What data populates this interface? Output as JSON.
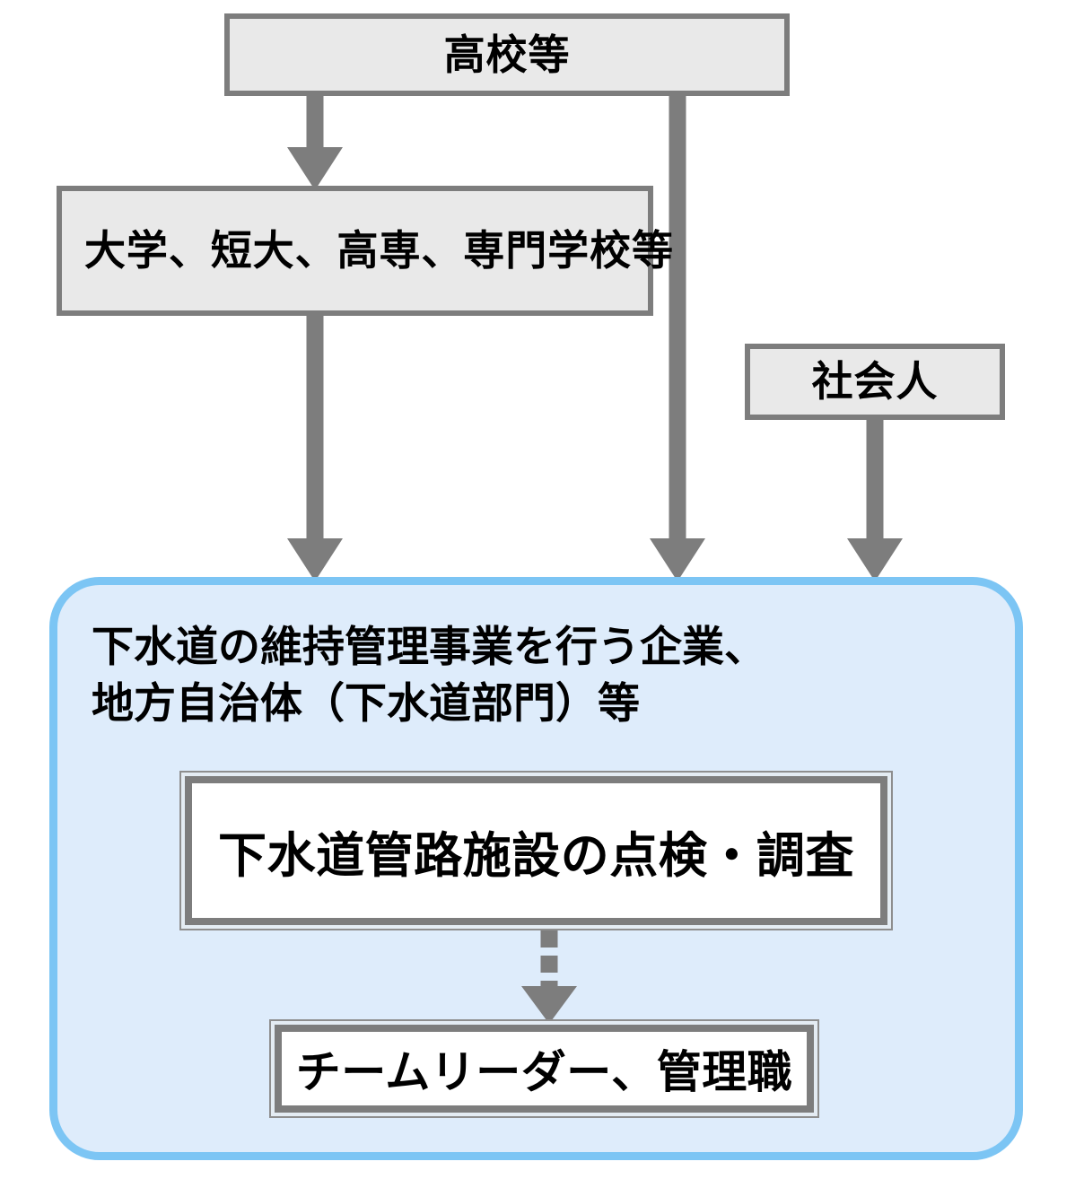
{
  "diagram": {
    "title": "",
    "colors": {
      "box_fill": "#e9e9e9",
      "box_border": "#7d7d7d",
      "panel_fill": "#deecfb",
      "panel_border": "#7cc5f4",
      "arrow": "#7d7d7d",
      "inner_box_fill": "#ffffff",
      "text": "#000000"
    },
    "nodes": {
      "high_school": {
        "label": "高校等"
      },
      "university": {
        "label": "大学、短大、高専、専門学校等"
      },
      "working_adult": {
        "label": "社会人"
      },
      "company_panel": {
        "label_line1": "下水道の維持管理事業を行う企業、",
        "label_line2": "地方自治体（下水道部門）等",
        "label": "下水道の維持管理事業を行う企業、\n地方自治体（下水道部門）等"
      },
      "inspection": {
        "label": "下水道管路施設の点検・調査"
      },
      "team_leader": {
        "label": "チームリーダー、管理職"
      }
    },
    "edges": [
      {
        "name": "high-school-to-university",
        "from": "high_school",
        "to": "university",
        "style": "solid"
      },
      {
        "name": "university-to-company",
        "from": "university",
        "to": "company_panel",
        "style": "solid"
      },
      {
        "name": "high-school-to-company",
        "from": "high_school",
        "to": "company_panel",
        "style": "solid"
      },
      {
        "name": "working-adult-to-company",
        "from": "working_adult",
        "to": "company_panel",
        "style": "solid"
      },
      {
        "name": "inspection-to-team-leader",
        "from": "inspection",
        "to": "team_leader",
        "style": "dashed"
      }
    ]
  }
}
